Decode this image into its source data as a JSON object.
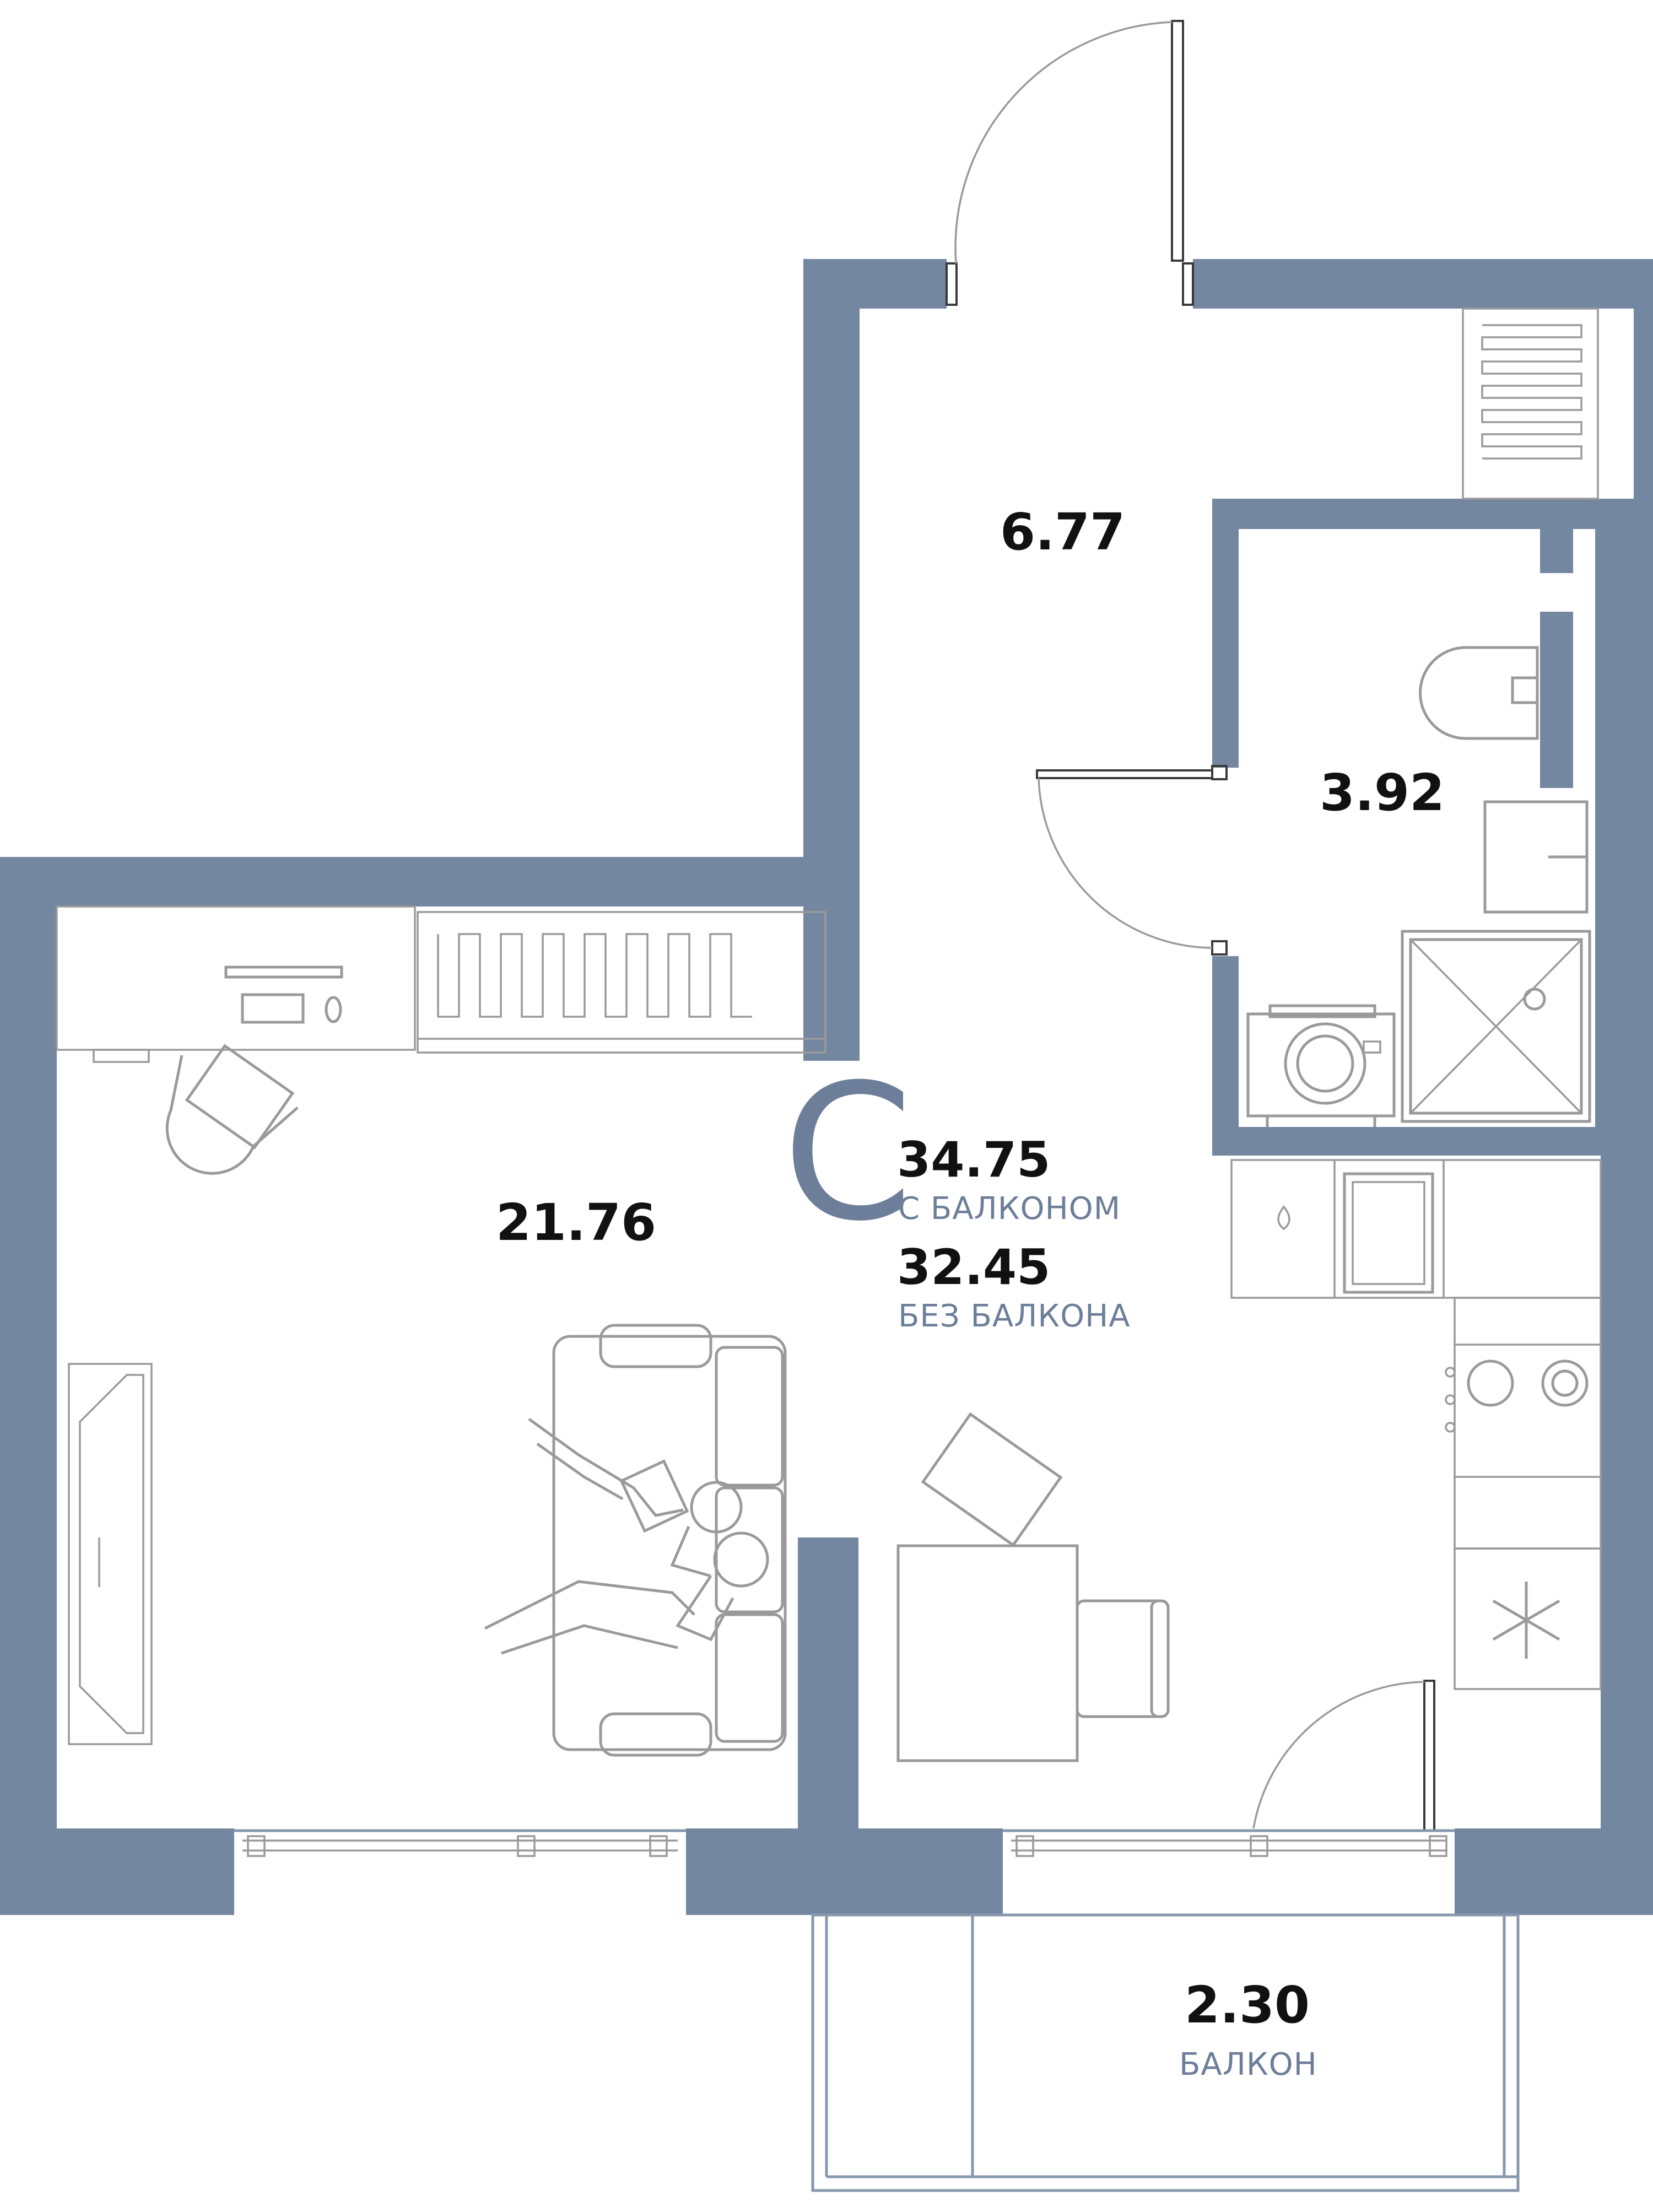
{
  "apartment": {
    "type_letter": "С",
    "total_with_balcony": "34.75",
    "with_balcony_caption": "С БАЛКОНОМ",
    "total_without_balcony": "32.45",
    "without_balcony_caption": "БЕЗ БАЛКОНА"
  },
  "rooms": {
    "hallway_area": "6.77",
    "bathroom_area": "3.92",
    "living_area": "21.76",
    "balcony_area": "2.30",
    "balcony_label": "БАЛКОН"
  },
  "colors": {
    "wall": "#7487a1",
    "caption": "#6c7e99",
    "furniture": "#9a9a9a",
    "text": "#111111"
  }
}
